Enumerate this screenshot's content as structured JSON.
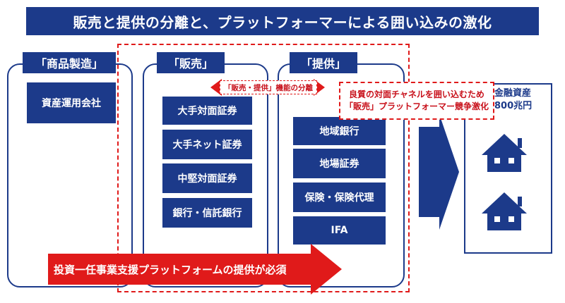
{
  "title": "販売と提供の分離と、プラットフォーマーによる囲い込みの激化",
  "columns": {
    "manufacturing": {
      "header": "「商品製造」",
      "items": [
        "資産運用会社"
      ]
    },
    "sales": {
      "header": "「販売」",
      "items": [
        "大手対面証券",
        "大手ネット証券",
        "中堅対面証券",
        "銀行・信託銀行"
      ]
    },
    "provision": {
      "header": "「提供」",
      "items": [
        "地域銀行",
        "地場証券",
        "保険・保険代理",
        "IFA"
      ]
    }
  },
  "callouts": {
    "separation": "「販売・提供」機能の分離",
    "platform_line1": "良質の対面チャネルを囲い込むため",
    "platform_line2": "「販売」プラットフォーマー競争激化"
  },
  "assets": {
    "line1": "金融資産",
    "line2": "800兆円",
    "icons": [
      "house-icon",
      "house-icon"
    ]
  },
  "bottom_arrow": "投資一任事業支援プラットフォームの提供が必須",
  "colors": {
    "navy": "#1c3a8a",
    "red": "#e01a1a"
  }
}
